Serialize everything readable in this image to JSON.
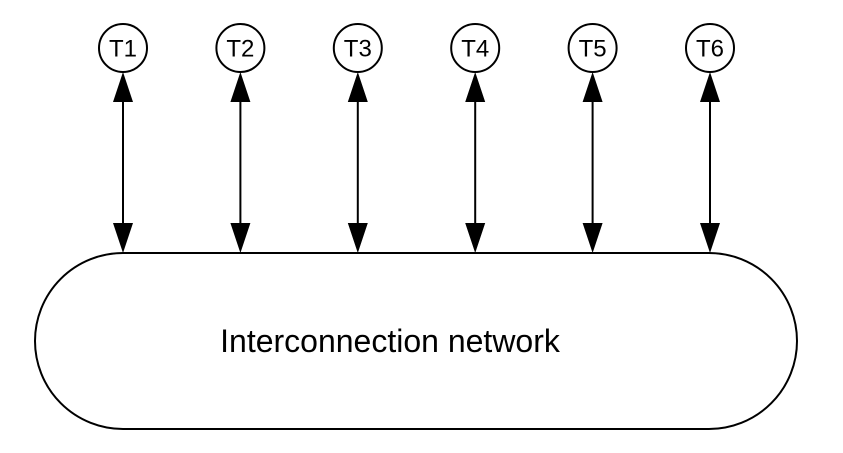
{
  "diagram": {
    "network": {
      "label": "Interconnection network"
    },
    "terminals": [
      {
        "id": "t1",
        "label": "T1"
      },
      {
        "id": "t2",
        "label": "T2"
      },
      {
        "id": "t3",
        "label": "T3"
      },
      {
        "id": "t4",
        "label": "T4"
      },
      {
        "id": "t5",
        "label": "T5"
      },
      {
        "id": "t6",
        "label": "T6"
      }
    ],
    "links": [
      {
        "from": "t1",
        "to": "network",
        "direction": "bidirectional"
      },
      {
        "from": "t2",
        "to": "network",
        "direction": "bidirectional"
      },
      {
        "from": "t3",
        "to": "network",
        "direction": "bidirectional"
      },
      {
        "from": "t4",
        "to": "network",
        "direction": "bidirectional"
      },
      {
        "from": "t5",
        "to": "network",
        "direction": "bidirectional"
      },
      {
        "from": "t6",
        "to": "network",
        "direction": "bidirectional"
      }
    ],
    "colors": {
      "stroke": "#000000",
      "fill": "#ffffff"
    }
  }
}
